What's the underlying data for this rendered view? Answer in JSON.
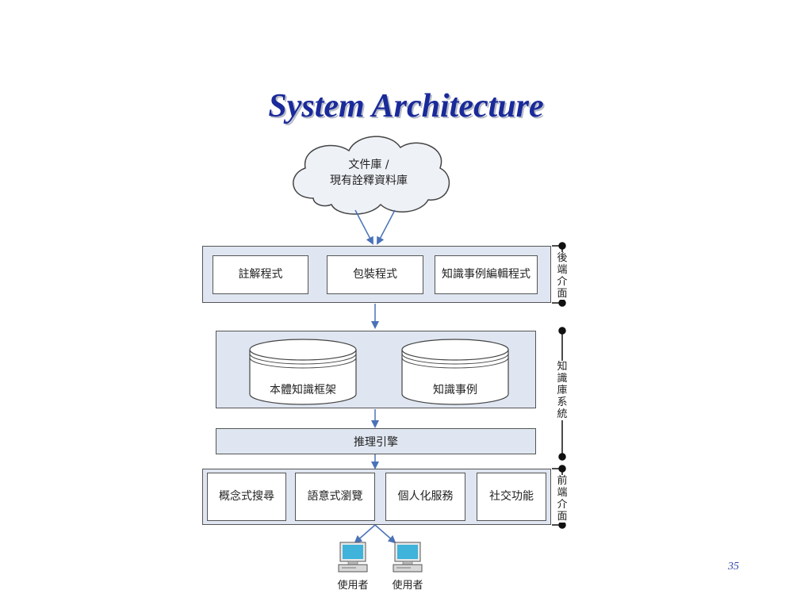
{
  "title": "System Architecture",
  "repository": {
    "line1": "文件庫 /",
    "line2": "現有詮釋資料庫"
  },
  "backend_modules": [
    "註解程式",
    "包裝程式",
    "知識事例編輯程式"
  ],
  "knowledge_base": [
    "本體知識框架",
    "知識事例"
  ],
  "inference_engine": "推理引擎",
  "frontend_services": [
    "概念式搜尋",
    "語意式瀏覽",
    "個人化服務",
    "社交功能"
  ],
  "layer_labels": {
    "backend": "後端介面",
    "knowledge_system": "知識庫系統",
    "frontend": "前端介面"
  },
  "users": [
    "使用者",
    "使用者"
  ],
  "page_number": "35",
  "colors": {
    "title": "#1a2a9a",
    "panel": "#dfe6f1",
    "arrow": "#4a72b8"
  }
}
